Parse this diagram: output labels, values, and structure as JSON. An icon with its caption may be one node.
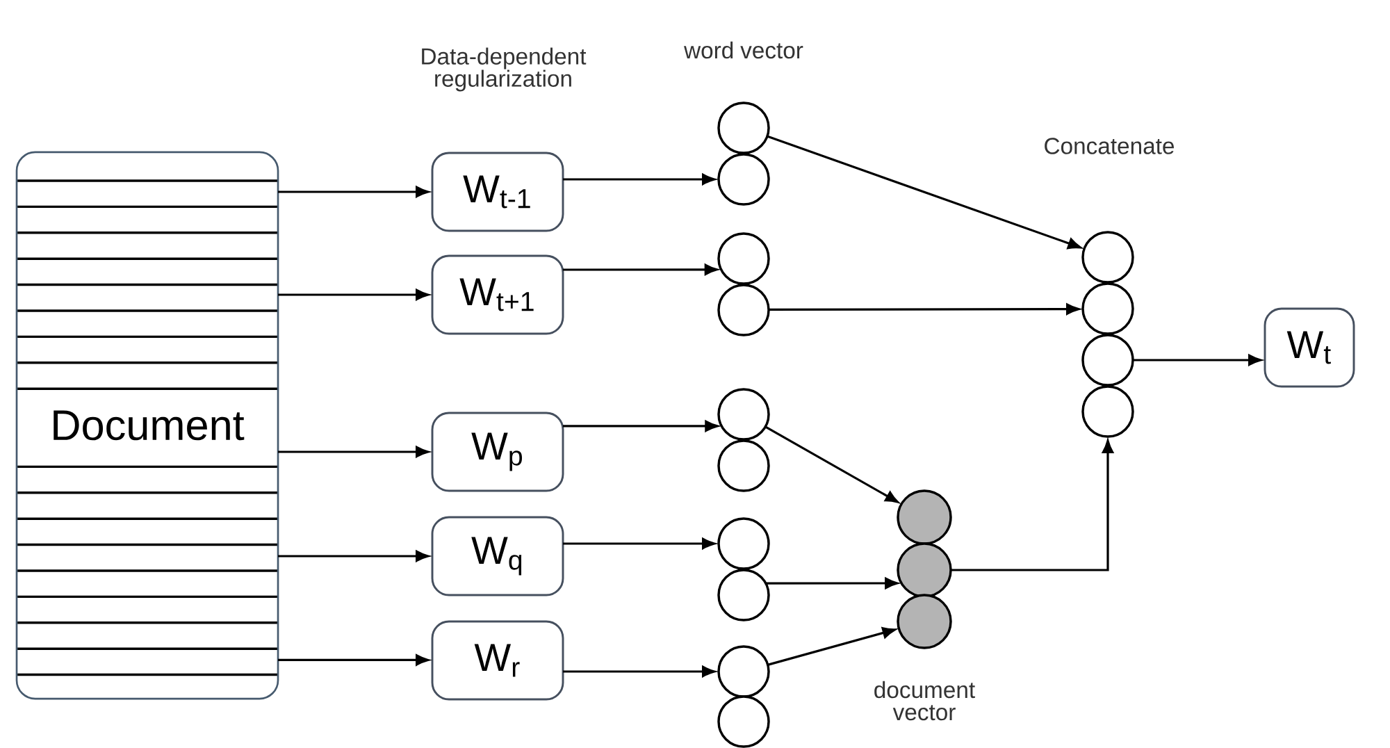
{
  "diagram": {
    "nodes": [
      {
        "text": [
          "Document"
        ]
      },
      {
        "text": [
          "W$_{t-1}$"
        ]
      },
      {
        "text": [
          "W$_{t+1}$"
        ]
      },
      {
        "text": [
          "W$_{p}$"
        ]
      },
      {
        "text": [
          "W$_{q}$"
        ]
      },
      {
        "text": [
          "W$_{r}$"
        ]
      },
      {
        "text": [],
        "shape": "circle"
      },
      {
        "text": [],
        "shape": "circle"
      },
      {
        "text": [],
        "shape": "circle"
      },
      {
        "text": [],
        "shape": "circle"
      },
      {
        "text": [],
        "shape": "circle"
      },
      {
        "text": [],
        "shape": "circle"
      },
      {
        "text": [],
        "shape": "circle"
      },
      {
        "text": [],
        "shape": "circle"
      },
      {
        "text": [],
        "shape": "circle"
      },
      {
        "text": [],
        "shape": "circle"
      },
      {
        "text": [],
        "shape": "circle"
      },
      {
        "text": [],
        "shape": "circle"
      },
      {
        "text": [],
        "shape": "circle"
      },
      {
        "text": [],
        "shape": "circle"
      },
      {
        "text": [],
        "shape": "circle"
      },
      {
        "text": [],
        "shape": "circle"
      },
      {
        "text": [],
        "shape": "circle"
      },
      {
        "text": [
          "W$_{t}$"
        ]
      }
    ],
    "edges": [
      {
        "from": 0,
        "to": 1,
        "arrow": "to"
      },
      {
        "from": 0,
        "to": 2,
        "arrow": "to"
      },
      {
        "from": 0,
        "to": 3,
        "arrow": "to"
      },
      {
        "from": 0,
        "to": 4,
        "arrow": "to"
      },
      {
        "from": 0,
        "to": 5,
        "arrow": "to"
      },
      {
        "from": 1,
        "to": 7,
        "arrow": "to"
      },
      {
        "from": 2,
        "to": 8,
        "arrow": "to"
      },
      {
        "from": 3,
        "to": 10,
        "arrow": "to"
      },
      {
        "from": 4,
        "to": 12,
        "arrow": "to"
      },
      {
        "from": 5,
        "to": 14,
        "arrow": "to"
      },
      {
        "from": 6,
        "to": 16,
        "arrow": "to"
      },
      {
        "from": 9,
        "to": 17,
        "arrow": "to"
      },
      {
        "from": 10,
        "to": 20,
        "arrow": "to"
      },
      {
        "from": 13,
        "to": 21,
        "arrow": "to"
      },
      {
        "from": 14,
        "to": 22,
        "arrow": "to"
      },
      {
        "from": 21,
        "to": 19,
        "arrow": "to"
      },
      {
        "from": 18,
        "to": 23,
        "arrow": "to"
      }
    ],
    "labels": [
      "Data-dependent regularization",
      "word vector",
      "Concatenate",
      "document vector"
    ]
  }
}
